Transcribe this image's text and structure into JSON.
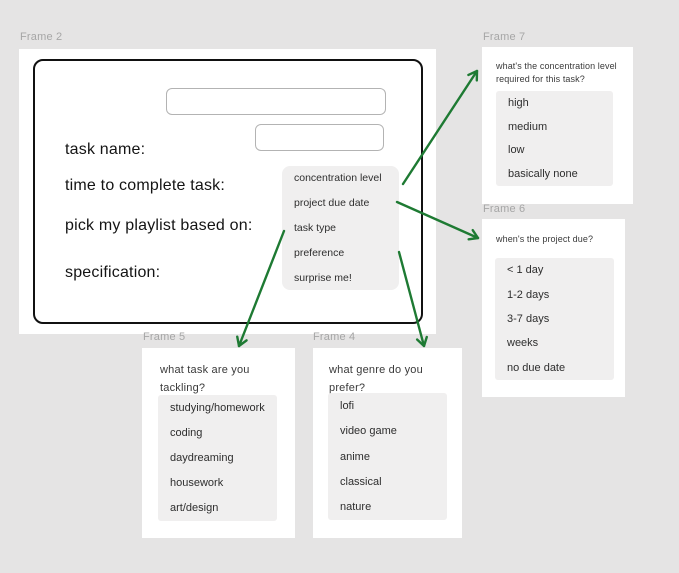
{
  "colors": {
    "background": "#e5e4e4",
    "card": "#ffffff",
    "listbox": "#f0efef",
    "arrow": "#1e7a33",
    "frame_label": "#a6a6a6",
    "form_outline": "#111111"
  },
  "frame2": {
    "label": "Frame 2",
    "task_name_label": "task name:",
    "task_name_value": "",
    "time_label": "time to complete task:",
    "time_value": "",
    "picker_label": "pick my playlist based on:",
    "spec_label": "specification:",
    "options": [
      "concentration level",
      "project due date",
      "task type",
      "preference",
      "surprise me!"
    ]
  },
  "frame7": {
    "label": "Frame 7",
    "question_lines": [
      "what's the concentration level",
      "required for this task?"
    ],
    "options": [
      "high",
      "medium",
      "low",
      "basically none"
    ]
  },
  "frame6": {
    "label": "Frame 6",
    "question_lines": [
      "when's the project due?"
    ],
    "options": [
      "< 1 day",
      "1-2 days",
      "3-7 days",
      "weeks",
      "no due date"
    ]
  },
  "frame5": {
    "label": "Frame 5",
    "question_lines": [
      "what task are you",
      "tackling?"
    ],
    "options": [
      "studying/homework",
      "coding",
      "daydreaming",
      "housework",
      "art/design"
    ]
  },
  "frame4": {
    "label": "Frame 4",
    "question_lines": [
      "what genre do you",
      "prefer?"
    ],
    "options": [
      "lofi",
      "video game",
      "anime",
      "classical",
      "nature"
    ]
  }
}
